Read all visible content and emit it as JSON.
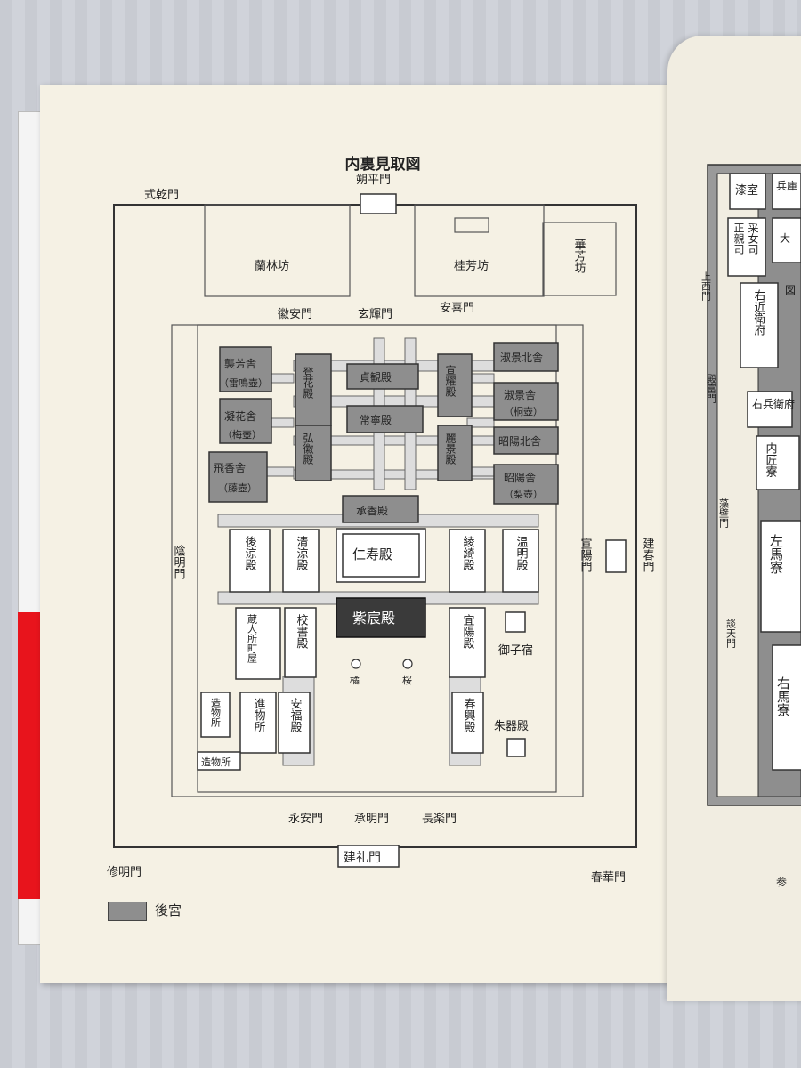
{
  "title": "内裏見取図",
  "gates": {
    "shikiken": "式乾門",
    "sakuhei": "朔平門",
    "kian": "徽安門",
    "genki": "玄輝門",
    "anki": "安喜門",
    "inmei": "陰明門",
    "senyo": "宣陽門",
    "kenshun": "建春門",
    "eian": "永安門",
    "shomei": "承明門",
    "choraku": "長楽門",
    "shumei": "修明門",
    "kenrei": "建礼門",
    "shunka": "春華門"
  },
  "buildings": {
    "ranrinbo": "蘭林坊",
    "keihobo": "桂芳坊",
    "kahobo": "華芳坊",
    "shuhosha": "襲芳舎",
    "kaminari": "（雷鳴壺）",
    "gyokasha": "凝花舎",
    "ume": "（梅壺）",
    "hikyosha": "飛香舎",
    "fuji": "（藤壺）",
    "tokaden": "登花殿",
    "kokiden": "弘徽殿",
    "jokanden": "貞観殿",
    "joneiden": "常寧殿",
    "senyoden": "宣耀殿",
    "reikeiden": "麗景殿",
    "shigeikitasha": "淑景北舎",
    "shigeisha": "淑景舎",
    "kiri": "（桐壺）",
    "shoyokitasha": "昭陽北舎",
    "shoyosha": "昭陽舎",
    "nashi": "（梨壺）",
    "shokyoden": "承香殿",
    "jijuden": "仁寿殿",
    "koryoden": "後涼殿",
    "seiryoden": "清涼殿",
    "ryokiden": "綾綺殿",
    "ummeiden": "温明殿",
    "shishinden": "紫宸殿",
    "kurodo": "蔵人所町屋",
    "kyoshoden": "校書殿",
    "senyoden2": "宜陽殿",
    "mikoyado": "御子宿",
    "tachibana": "橘",
    "sakura": "桜",
    "tsukumodokoro1": "造物所",
    "shinmotsusho": "進物所",
    "anpukuden": "安福殿",
    "tsukumodokoro2": "造物所",
    "shunkoden": "春興殿",
    "shukiden": "朱器殿"
  },
  "legend": {
    "label": "後宮"
  },
  "right_page": {
    "items": [
      "漆室",
      "兵庫",
      "采女司",
      "正親司",
      "大",
      "上西門",
      "右近衛府",
      "図",
      "殿富門",
      "右兵衛府",
      "内匠寮",
      "藻壁門",
      "左馬寮",
      "談天門",
      "右馬寮",
      "参"
    ]
  },
  "colors": {
    "harem_fill": "#8e8e8e",
    "shishinden_fill": "#3a3a3a",
    "page": "#f5f1e4"
  }
}
